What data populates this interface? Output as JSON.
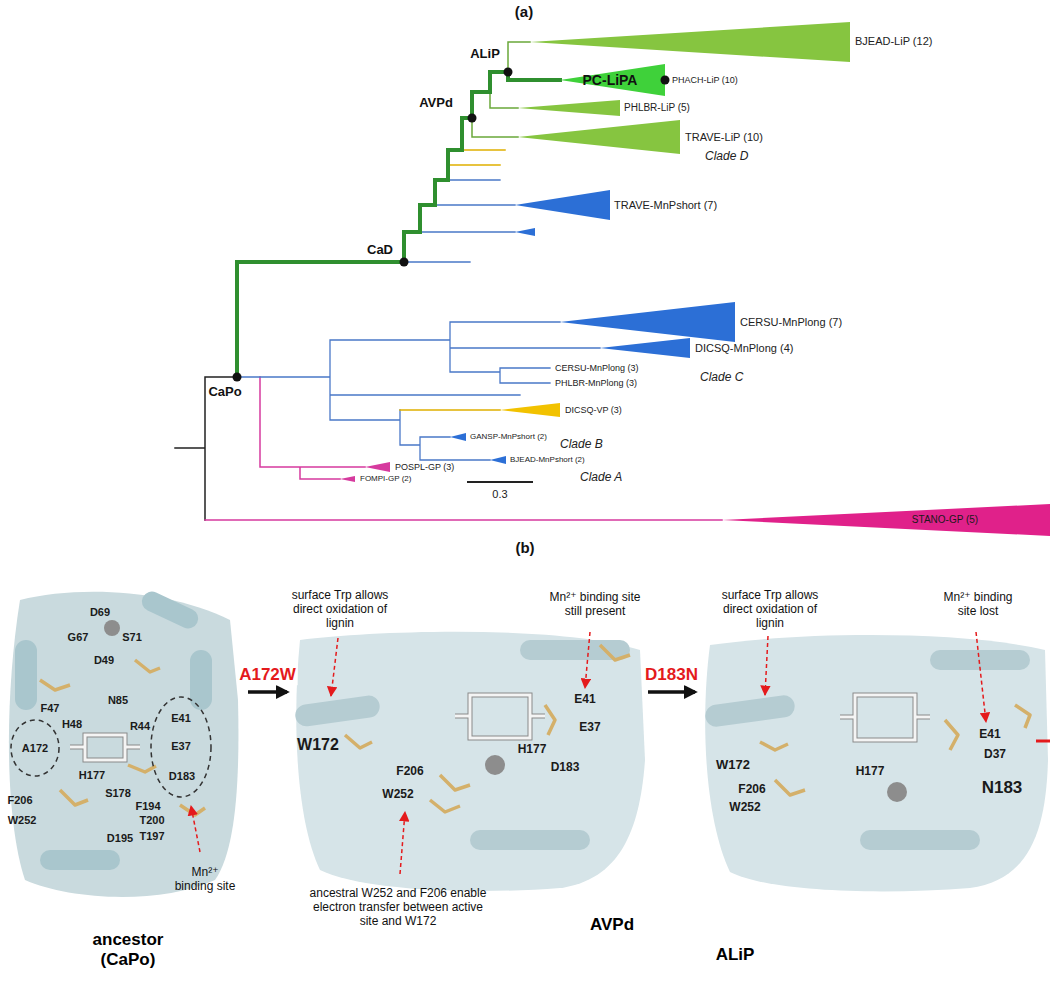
{
  "diagram": {
    "nodes": [
      {
        "text": [
          "ancestor (CaPo)"
        ]
      },
      {
        "text": [
          "AVPd"
        ]
      },
      {
        "text": [
          "ALiP"
        ]
      }
    ],
    "edges": [
      {
        "from": 0,
        "to": 1,
        "arrow": "to",
        "label": "A172W"
      },
      {
        "from": 1,
        "to": 2,
        "arrow": "to",
        "label": "D183N"
      }
    ],
    "labels": [
      "(a)",
      "BJEAD-LiP (12)",
      "PC-LiPA",
      "PHACH-LiP (10)",
      "PHLBR-LiP (5)",
      "TRAVE-LiP (10)",
      "Clade D",
      "TRAVE-MnPshort (7)",
      "CERSU-MnPlong (7)",
      "DICSQ-MnPlong (4)",
      "Clade C",
      "CERSU-MnPlong (3)",
      "PHLBR-MnPlong (3)",
      "DICSQ-VP (3)",
      "Clade B",
      "GANSP-MnPshort (2)",
      "BJEAD-MnPshort (2)",
      "POSPL-GP (3)",
      "FOMPI-GP (2)",
      "Clade A",
      "STANO-GP (5)",
      "0.3",
      "CaPo",
      "CaD",
      "AVPd",
      "ALiP",
      "(b)",
      "D69",
      "G67",
      "S71",
      "D49",
      "N85",
      "F47",
      "H48",
      "R44",
      "A172",
      "E41",
      "E37",
      "D183",
      "H177",
      "S178",
      "F194",
      "F206",
      "W252",
      "T200",
      "D195",
      "T197",
      "Mn²⁺ binding site",
      "surface Trp allows direct oxidation of lignin",
      "Mn²⁺ binding site still present",
      "E41",
      "E37",
      "D183",
      "H177",
      "W172",
      "F206",
      "W252",
      "ancestral W252 and F206 enable electron transfer between active site and W172",
      "surface Trp allows direct oxidation of lignin",
      "Mn²⁺ binding site lost",
      "E41",
      "D37",
      "H177",
      "N183",
      "W172",
      "F206",
      "W252"
    ]
  }
}
